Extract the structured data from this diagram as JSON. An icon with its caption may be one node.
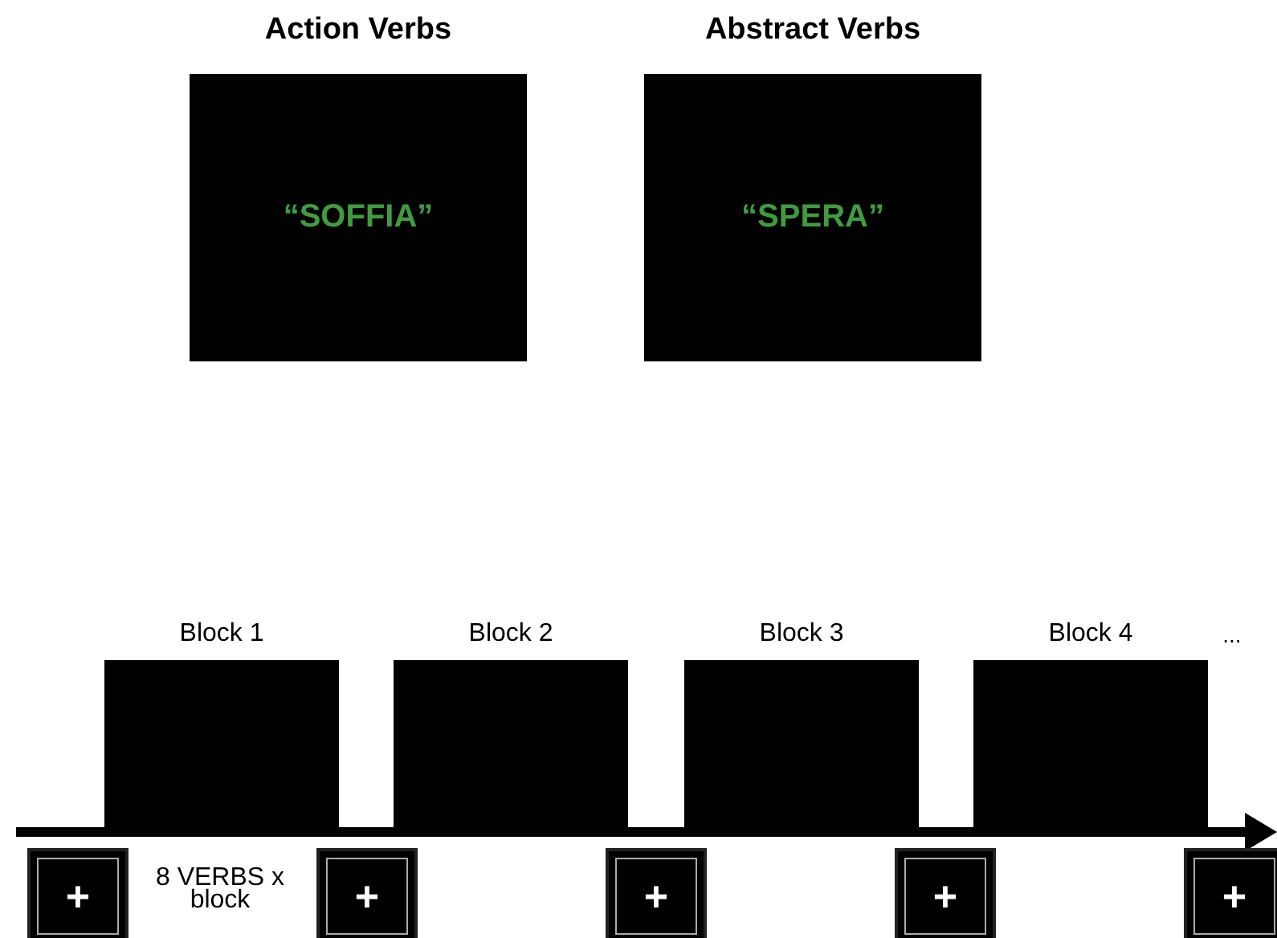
{
  "diagram": {
    "nodes": [
      {
        "text": [
          "Action Verbs",
          "“SOFFIA”"
        ]
      },
      {
        "text": [
          "Abstract Verbs",
          "“SPERA”"
        ]
      },
      {
        "text": [
          "Block 1"
        ]
      },
      {
        "text": [
          "Block 2"
        ]
      },
      {
        "text": [
          "Block 3"
        ]
      },
      {
        "text": [
          "Block 4"
        ]
      },
      {
        "text": [
          "+"
        ]
      },
      {
        "text": [
          "+"
        ]
      },
      {
        "text": [
          "+"
        ]
      },
      {
        "text": [
          "+"
        ]
      },
      {
        "text": [
          "+"
        ]
      }
    ],
    "edges": [],
    "labels": [
      "8 VERBS x block",
      "..."
    ]
  }
}
